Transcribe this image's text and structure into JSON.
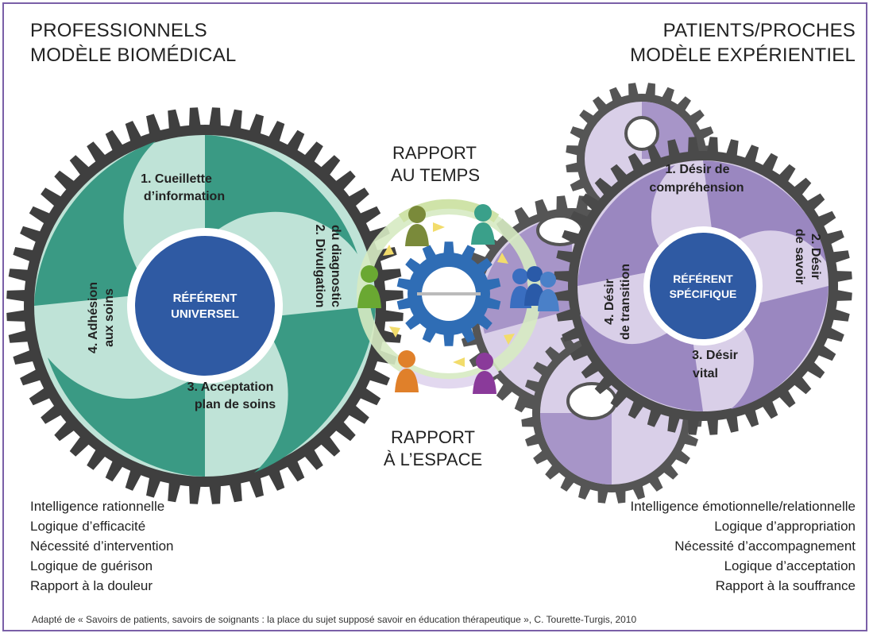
{
  "header": {
    "left_line1": "PROFESSIONNELS",
    "left_line2": "MODÈLE BIOMÉDICAL",
    "right_line1": "PATIENTS/PROCHES",
    "right_line2": "MODÈLE EXPÉRIENTIEL"
  },
  "left_gear": {
    "center_line1": "RÉFÉRENT",
    "center_line2": "UNIVERSEL",
    "seg1_line1": "1. Cueillette",
    "seg1_line2": "d’information",
    "seg2_line1": "2. Divulgation",
    "seg2_line2": "du diagnostic",
    "seg3_line1": "3. Acceptation",
    "seg3_line2": "plan de soins",
    "seg4_line1": "4. Adhésion",
    "seg4_line2": "aux soins",
    "colors": {
      "ring": "#3f3f3f",
      "dark": "#3a9a84",
      "light": "#bfe3d7",
      "center": "#2f5aa3"
    }
  },
  "right_gear": {
    "center_line1": "RÉFÉRENT",
    "center_line2": "SPÉCIFIQUE",
    "seg1_line1": "1. Désir de",
    "seg1_line2": "compréhension",
    "seg2_line1": "2. Désir",
    "seg2_line2": "de savoir",
    "seg3_line1": "3. Désir",
    "seg3_line2": "vital",
    "seg4_line1": "4. Désir",
    "seg4_line2": "de transition",
    "colors": {
      "ring": "#4a4a4a",
      "dark": "#9a87c0",
      "light": "#d9cfe8",
      "center": "#2f5aa3"
    }
  },
  "center": {
    "top_line1": "RAPPORT",
    "top_line2": "AU TEMPS",
    "bottom_line1": "RAPPORT",
    "bottom_line2": "À L’ESPACE",
    "gear_color": "#2f6db5"
  },
  "left_list": [
    "Intelligence rationnelle",
    "Logique d’efficacité",
    "Nécessité d’intervention",
    "Logique de guérison",
    "Rapport à la douleur"
  ],
  "right_list": [
    "Intelligence émotionnelle/relationnelle",
    "Logique d’appropriation",
    "Nécessité d’accompagnement",
    "Logique d’acceptation",
    "Rapport à la souffrance"
  ],
  "credit": "Adapté de « Savoirs de patients, savoirs de soignants : la place du sujet supposé savoir en éducation thérapeutique », C. Tourette-Turgis, 2010"
}
